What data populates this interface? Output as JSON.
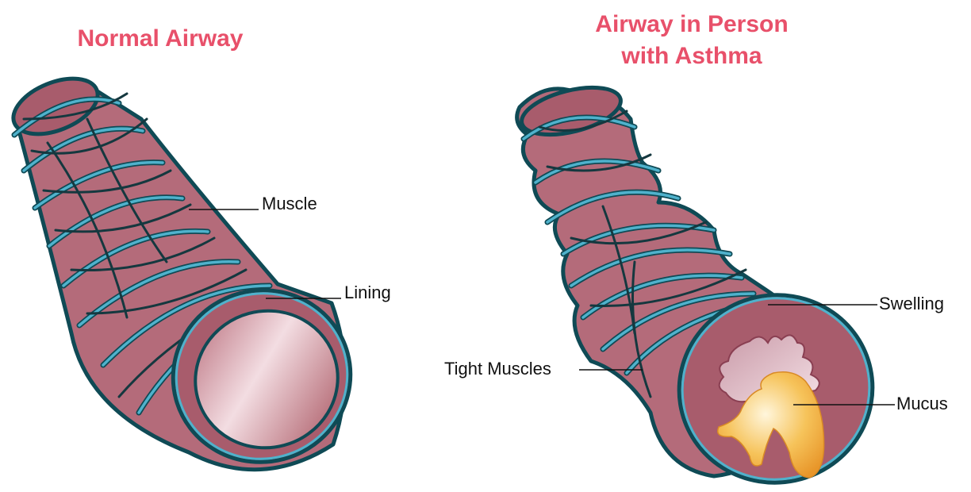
{
  "colors": {
    "heading": "#e8506a",
    "tissue": "#b46b7a",
    "tissue_dark": "#8a3f52",
    "muscle_band": "#4fb2cc",
    "muscle_outline": "#0f4a55",
    "lumen_light": "#f3dde2",
    "mucus": "#f0a830",
    "label_text": "#111111"
  },
  "normal_airway": {
    "title": "Normal Airway",
    "labels": {
      "muscle": "Muscle",
      "lining": "Lining"
    }
  },
  "asthma_airway": {
    "title_line1": "Airway in Person",
    "title_line2": "with Asthma",
    "labels": {
      "swelling": "Swelling",
      "tight_muscles": "Tight Muscles",
      "mucus": "Mucus"
    }
  }
}
